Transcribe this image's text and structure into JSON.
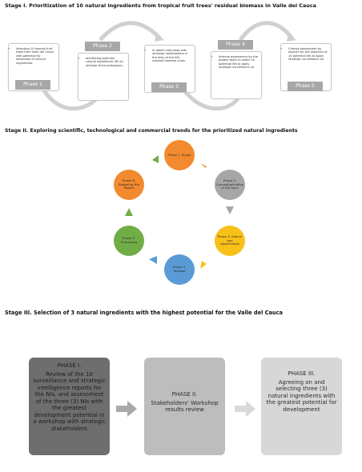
{
  "stage1": {
    "title": "Stage I. Prioritization of 10 natural ingredients from tropical fruit trees' residual biomass in Valle del Cauca",
    "phases": [
      {
        "label": "Phase 1",
        "text": "Selecting 10 tropical fruit trees from Valle del Cauca with potential for extraction of natural ingredients."
      },
      {
        "label": "Phase 2",
        "text": "Identifying potential natural ingredients (NI) to develop three prototypes."
      },
      {
        "label": "Phase 3",
        "text": "In-depth interviews with strategic stakeholders in the links of the NI's residual biomass chain."
      },
      {
        "label": "Phase 4",
        "text": "Internal assessment by the project team to select 10 potential NIs to apply strategic surveillance on."
      },
      {
        "label": "Phase 5",
        "text": "Criteria assessment by experts for the selection of 10 potential NIs to apply strategic surveillance on."
      }
    ]
  },
  "stage2": {
    "title": "Stage II. Exploring scientific, technological and commercial trends for the prioritized natural ingredients",
    "phases": [
      {
        "text": "Phase 1. Scope",
        "color": "#f28a2f"
      },
      {
        "text": "Phase 2. Conceptualization of the topic",
        "color": "#a6a6a6"
      },
      {
        "text": "Phase 3. Search and classification",
        "color": "#f8c11a"
      },
      {
        "text": "Phase 4. Storage",
        "color": "#5b9bd5"
      },
      {
        "text": "Phase 5. Processing",
        "color": "#70ad47"
      },
      {
        "text": "Phase 6. Preparing the Report",
        "color": "#f28a2f"
      }
    ],
    "arrow_colors": [
      "#f28a2f",
      "#a6a6a6",
      "#f8c11a",
      "#5b9bd5",
      "#70ad47",
      "#70ad47"
    ]
  },
  "stage3": {
    "title": "Stage III. Selection of 3 natural ingredients with the highest potential for the Valle del Cauca",
    "phases": [
      {
        "label": "PHASE I.",
        "text": "Review of the 10 surveillance and strategic intelligence reports for the NIs, and assessment of the three (3) NIs with the greatest development potential in a workshop with strategic stakeholders",
        "bg": "#6e6e6e",
        "fg": "#1c1c1c"
      },
      {
        "label": "PHASE II.",
        "text": "Stakeholders' Workshop results review",
        "bg": "#bdbdbd",
        "fg": "#2b2b2b"
      },
      {
        "label": "PHASE III.",
        "text": "Agreeing on and selecting three (3) natural ingredients with the greatest potential for development",
        "bg": "#d7d7d7",
        "fg": "#2b2b2b"
      }
    ]
  }
}
